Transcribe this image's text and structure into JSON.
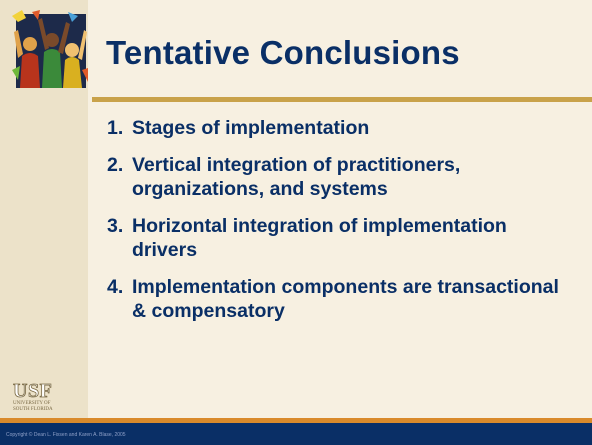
{
  "slide": {
    "title": "Tentative Conclusions",
    "items": [
      {
        "number": "1.",
        "text": "Stages of implementation"
      },
      {
        "number": "2.",
        "text": "Vertical integration of practitioners, organizations, and systems"
      },
      {
        "number": "3.",
        "text": "Horizontal integration of implementation drivers"
      },
      {
        "number": "4.",
        "text": "Implementation components are transactional & compensatory"
      }
    ],
    "logo": {
      "word": "USF",
      "line1": "UNIVERSITY OF",
      "line2": "SOUTH FLORIDA"
    },
    "copyright": "Copyright © Dean L. Fixsen and Karen A. Blase, 2005"
  },
  "colors": {
    "title_text": "#0a2f66",
    "background": "#f7f0e1",
    "left_band": "#ece2c9",
    "rule": "#c9a24a",
    "footer_line": "#d98a2b",
    "footer_bar": "#0a2f66"
  },
  "icons": {
    "header_art": "raised-hands-crowd-icon",
    "logo": "usf-logo"
  }
}
